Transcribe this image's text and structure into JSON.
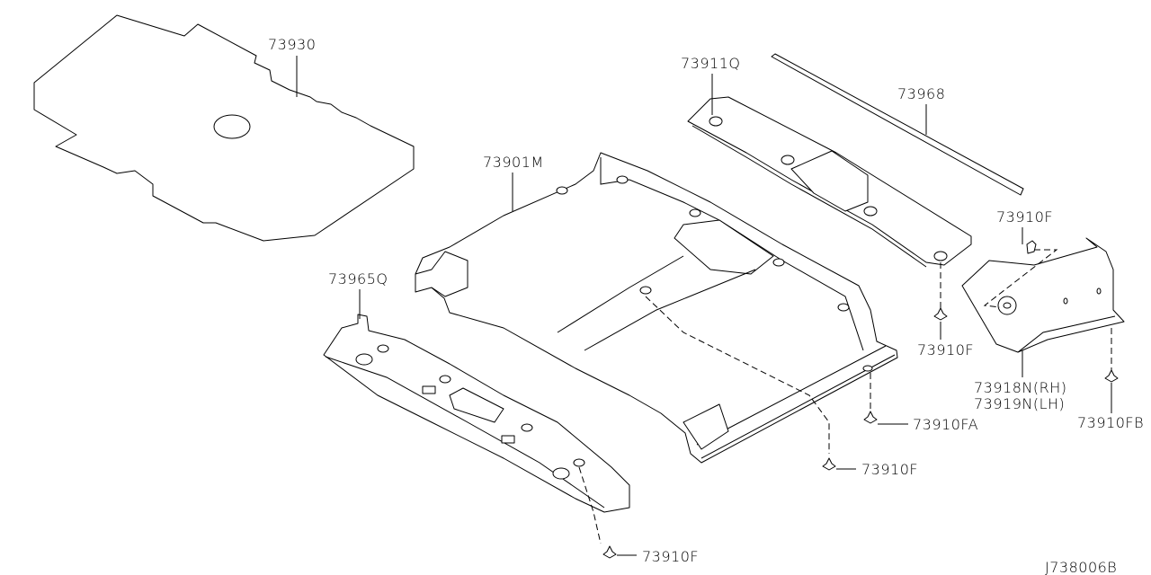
{
  "diagram_code": "J738006B",
  "parts": {
    "insulator": "73930",
    "sunroof_trim": "73911Q",
    "weatherstrip": "73968",
    "headlining": "73901M",
    "clip_upper_right": "73910F",
    "front_trim": "73965Q",
    "clip_right_mid": "73910F",
    "side_trim_rh": "73918N(RH)",
    "side_trim_lh": "73919N(LH)",
    "clip_fb": "73910FB",
    "clip_fa": "73910FA",
    "clip_center": "73910F",
    "clip_bottom": "73910F"
  }
}
